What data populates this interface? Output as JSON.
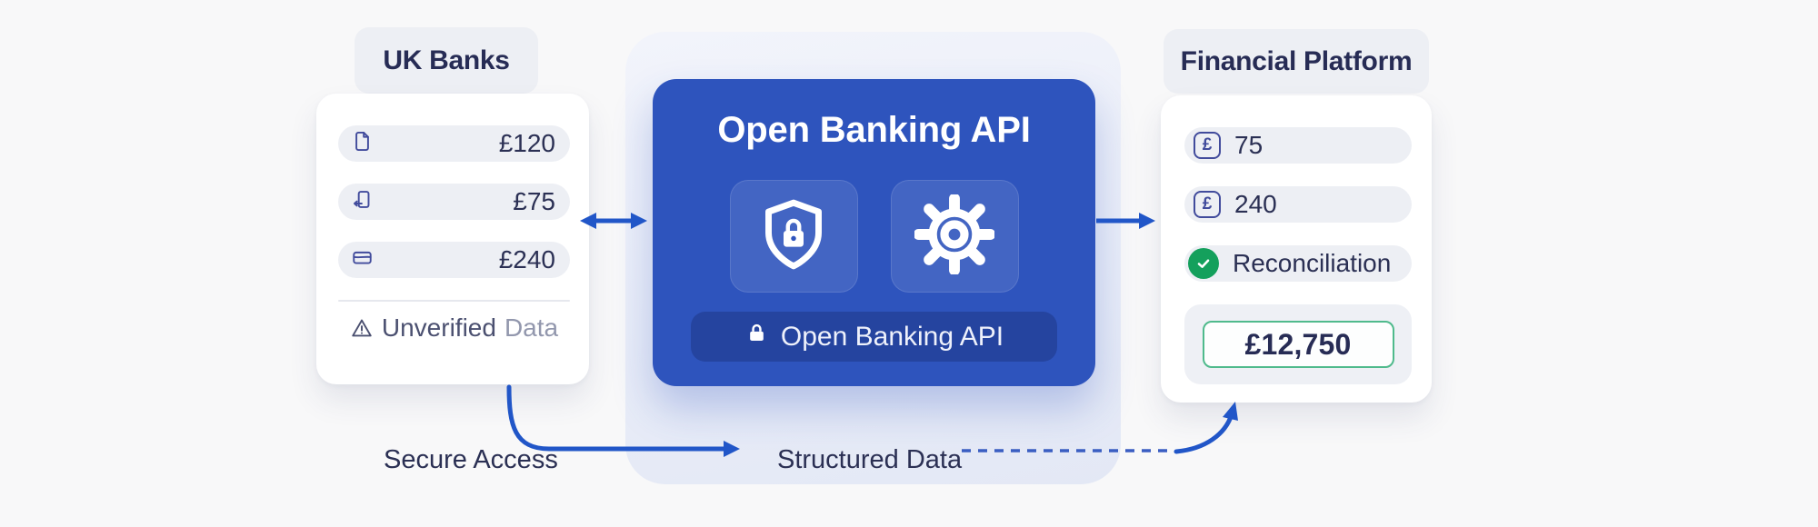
{
  "left_panel": {
    "title": "UK Banks",
    "rows": [
      {
        "icon": "document-icon",
        "amount": "£120"
      },
      {
        "icon": "import-icon",
        "amount": "£75"
      },
      {
        "icon": "card-icon",
        "amount": "£240"
      }
    ],
    "footer": {
      "icon": "warning-triangle-icon",
      "label": "Unverified",
      "label_muted": "Data"
    }
  },
  "api_card": {
    "title": "Open Banking API",
    "tiles": [
      {
        "icon": "shield-lock-icon"
      },
      {
        "icon": "gear-icon"
      }
    ],
    "badge": {
      "icon": "lock-icon",
      "label": "Open Banking API"
    }
  },
  "right_panel": {
    "title": "Financial Platform",
    "currency_symbol": "£",
    "rows": [
      {
        "icon": "pound-icon",
        "value": "75"
      },
      {
        "icon": "pound-icon",
        "value": "240"
      }
    ],
    "status_row": {
      "icon": "check-circle-icon",
      "label": "Reconciliation"
    },
    "total": "£12,750"
  },
  "flow": {
    "left_label": "Secure Access",
    "right_label": "Structured Data"
  },
  "colors": {
    "page_bg": "#f8f8f9",
    "mid_panel_bg": "#eaeef8",
    "card_blue": "#2e54bd",
    "arrow_blue": "#2156c8",
    "navy_text": "#272c55",
    "icon_indigo": "#414b9c",
    "success_green": "#14a05c",
    "total_border_green": "#4fba8c",
    "pill_bg": "#edeff4",
    "muted_text": "#9297ad"
  }
}
